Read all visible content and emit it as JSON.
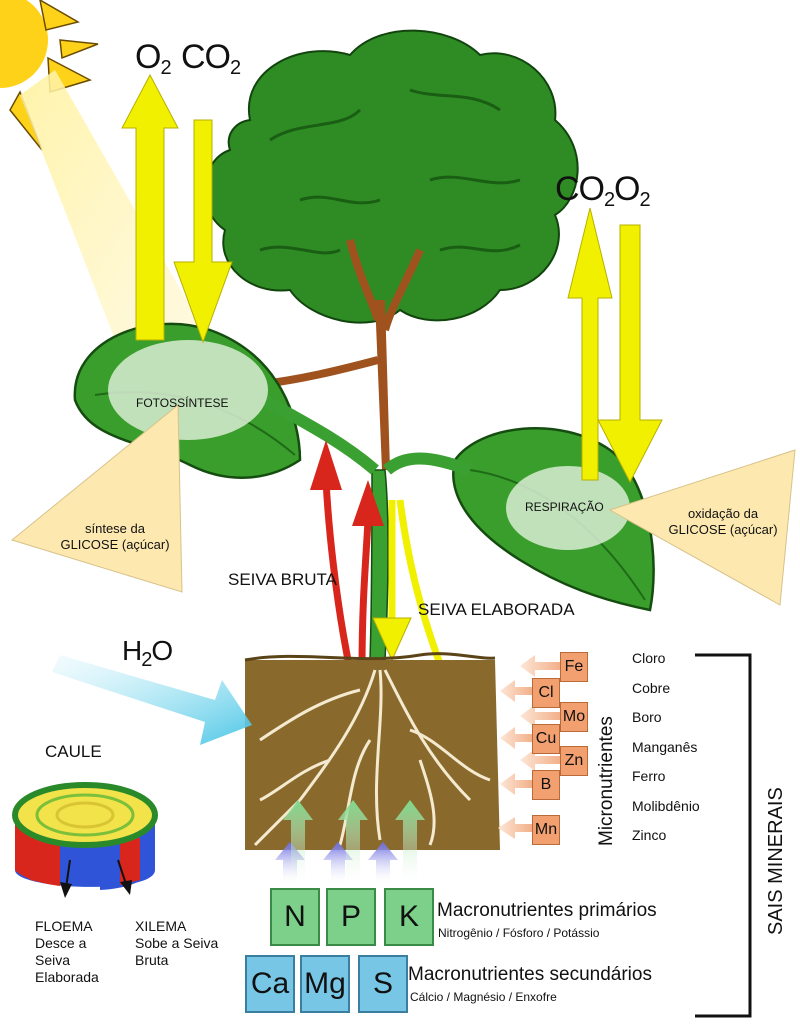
{
  "gases_left": {
    "o2": "O",
    "o2_sub": "2",
    "co2": "CO",
    "co2_sub": "2"
  },
  "gases_right": {
    "co2": "CO",
    "co2_sub": "2",
    "o2": "O",
    "o2_sub": "2"
  },
  "water": {
    "text": "H",
    "sub": "2",
    "tail": "O"
  },
  "processes": {
    "photosynthesis": "FOTOSSÍNTESE",
    "respiration": "RESPIRAÇÃO",
    "synthesis_line1": "síntese da",
    "synthesis_line2": "GLICOSE (açúcar)",
    "oxidation_line1": "oxidação da",
    "oxidation_line2": "GLICOSE (açúcar)"
  },
  "sap": {
    "raw": "SEIVA BRUTA",
    "elaborated": "SEIVA ELABORADA"
  },
  "stem": {
    "title": "CAULE",
    "phloem_line1": "FLOEMA",
    "phloem_line2": "Desce a",
    "phloem_line3": "Seiva",
    "phloem_line4": "Elaborada",
    "xylem_line1": "XILEMA",
    "xylem_line2": "Sobe a Seiva",
    "xylem_line3": "Bruta"
  },
  "micronutrients": {
    "heading": "Micronutrientes",
    "symbols": [
      "Fe",
      "Cl",
      "Mo",
      "Cu",
      "Zn",
      "B",
      "Mn"
    ],
    "names": [
      "Cloro",
      "Cobre",
      "Boro",
      "Manganês",
      "Ferro",
      "Molibdênio",
      "Zinco"
    ]
  },
  "macronutrients": {
    "primary_symbols": [
      "N",
      "P",
      "K"
    ],
    "primary_title": "Macronutrientes primários",
    "primary_names": "Nitrogênio / Fósforo / Potássio",
    "secondary_symbols": [
      "Ca",
      "Mg",
      "S"
    ],
    "secondary_title": "Macronutrientes secundários",
    "secondary_names": "Cálcio / Magnésio / Enxofre"
  },
  "minerals_label": "SAIS MINERAIS",
  "colors": {
    "leaf": "#3a9e2c",
    "canopy": "#2e8b22",
    "trunk": "#a0521e",
    "soil": "#8a6a2c",
    "arrow_yellow": "#f0f000",
    "arrow_red": "#d8261c",
    "nutrient_orange": "#f2a070",
    "macro_green": "#7cd08a",
    "macro_blue": "#78c6e6"
  }
}
